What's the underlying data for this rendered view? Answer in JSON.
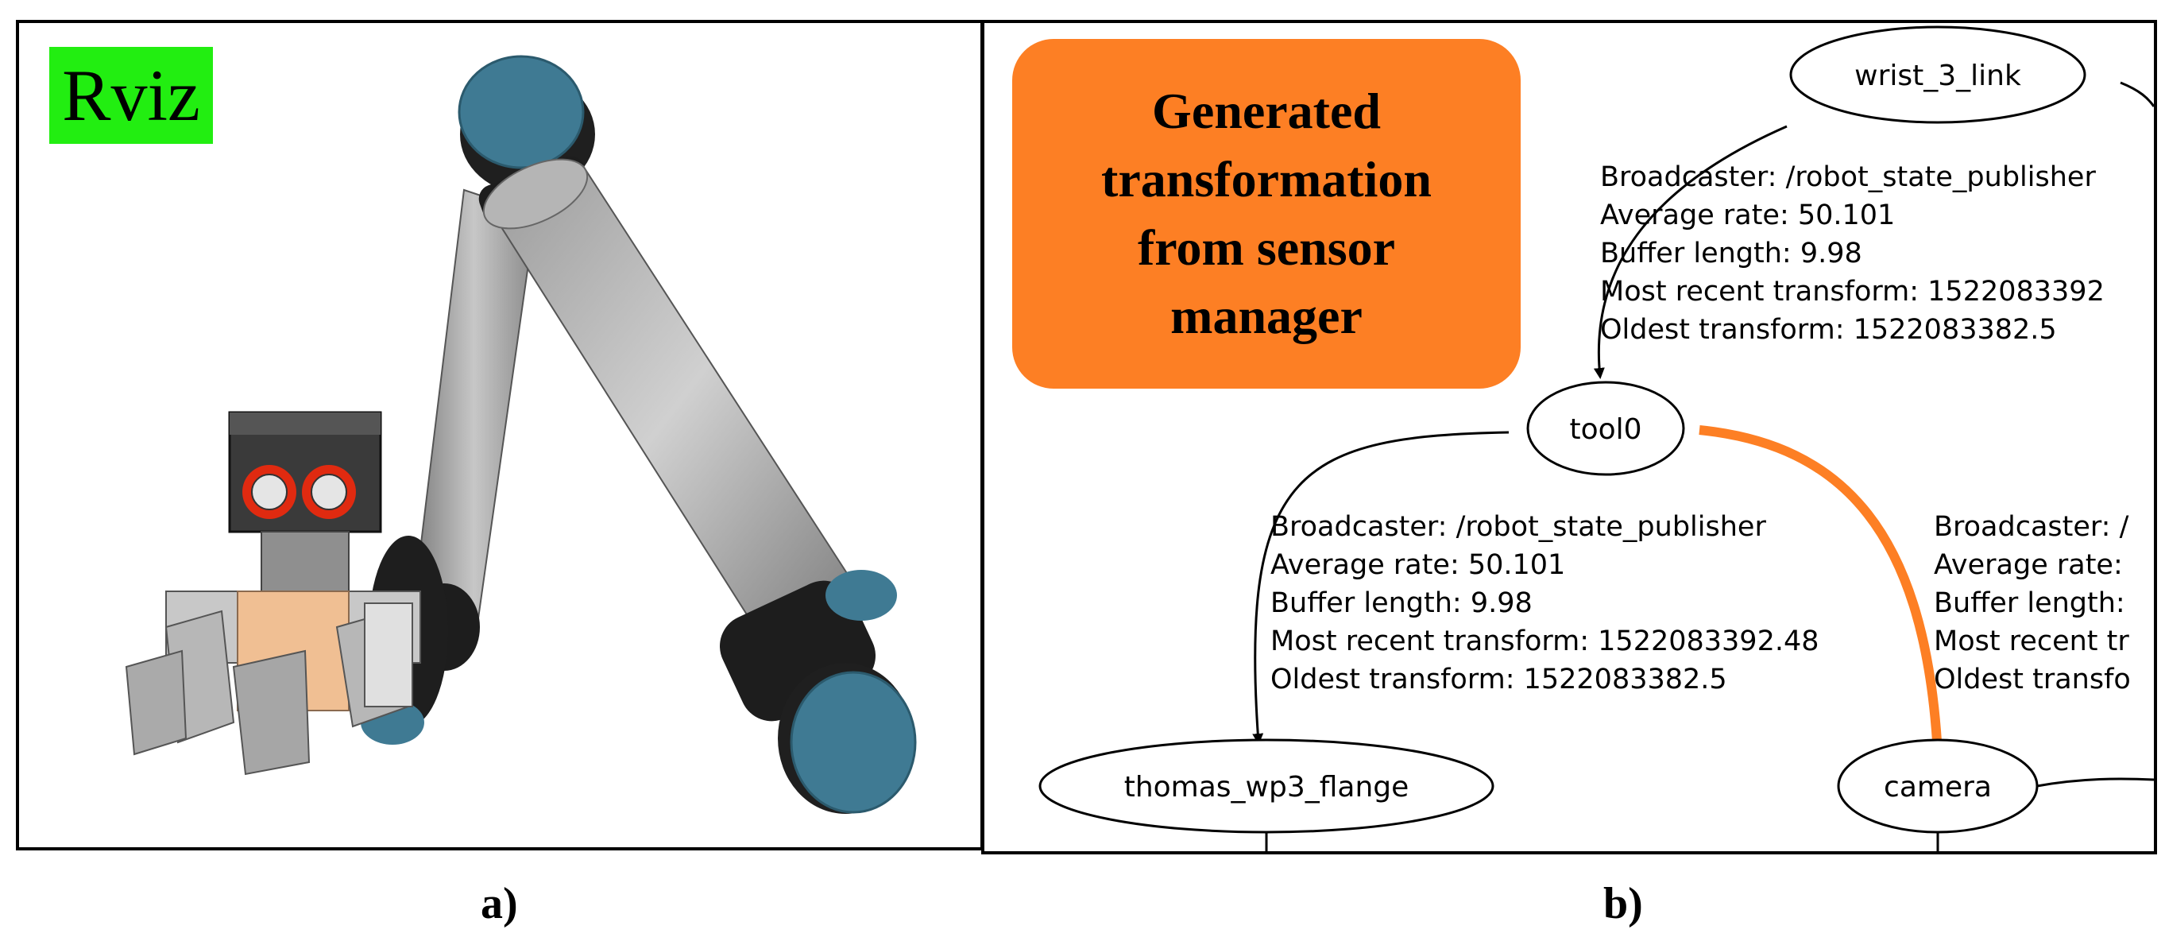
{
  "panel_a": {
    "badge": "Rviz",
    "caption": "a)"
  },
  "panel_b": {
    "callout": "Generated\ntransformation\nfrom sensor\nmanager",
    "caption": "b)",
    "nodes": {
      "wrist": "wrist_3_link",
      "tool0": "tool0",
      "flange": "thomas_wp3_flange",
      "camera": "camera"
    },
    "edge_info_top": [
      "Broadcaster: /robot_state_publisher",
      "Average rate: 50.101",
      "Buffer length: 9.98",
      "Most recent transform: 1522083392",
      "Oldest transform: 1522083382.5"
    ],
    "edge_info_left": [
      "Broadcaster: /robot_state_publisher",
      "Average rate: 50.101",
      "Buffer length: 9.98",
      "Most recent transform: 1522083392.48",
      "Oldest transform: 1522083382.5"
    ],
    "edge_info_right": [
      "Broadcaster: /",
      "Average rate:",
      "Buffer length:",
      "Most recent tr",
      "Oldest transfo"
    ],
    "highlight_color": "#fd7f24"
  }
}
